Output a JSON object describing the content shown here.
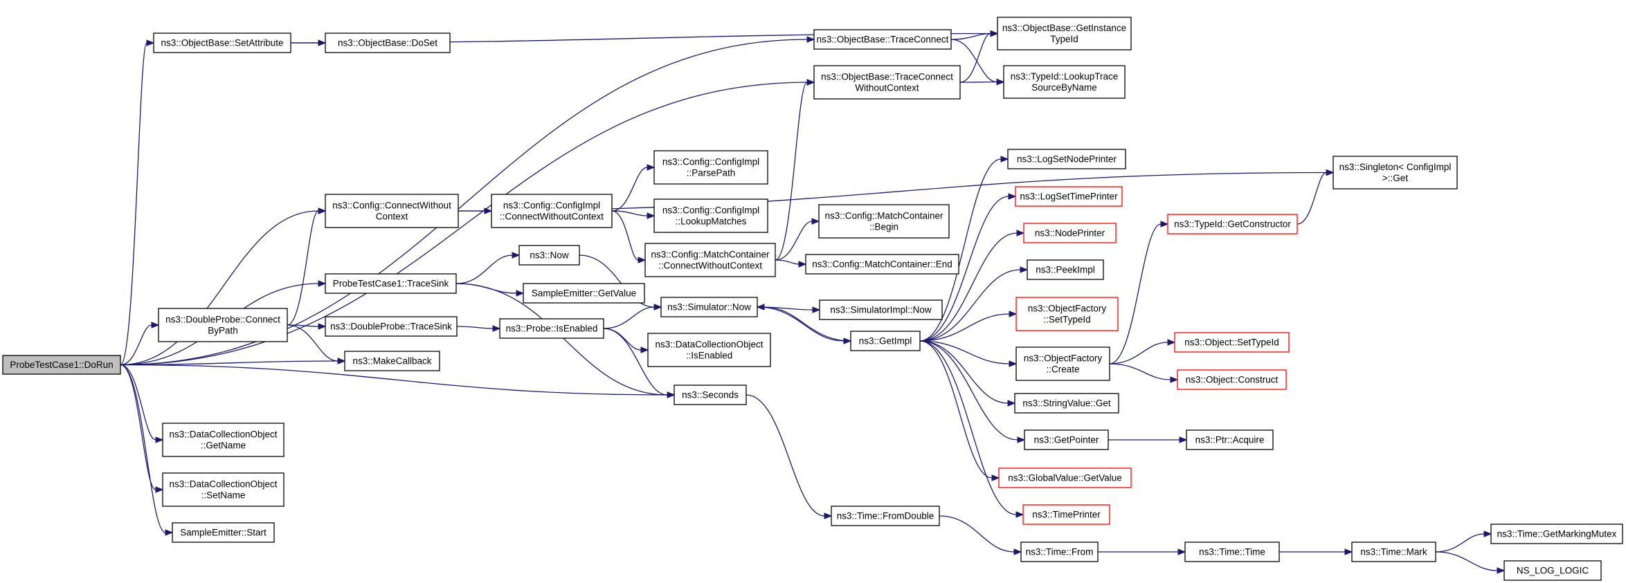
{
  "nodes": {
    "root": {
      "lines": [
        "ProbeTestCase1::DoRun"
      ],
      "kind": "root"
    },
    "setattr": {
      "lines": [
        "ns3::ObjectBase::SetAttribute"
      ],
      "kind": "normal"
    },
    "doset": {
      "lines": [
        "ns3::ObjectBase::DoSet"
      ],
      "kind": "normal"
    },
    "getinst": {
      "lines": [
        "ns3::ObjectBase::GetInstance",
        "TypeId"
      ],
      "kind": "normal"
    },
    "tc": {
      "lines": [
        "ns3::ObjectBase::TraceConnect"
      ],
      "kind": "normal"
    },
    "tcwc": {
      "lines": [
        "ns3::ObjectBase::TraceConnect",
        "WithoutContext"
      ],
      "kind": "normal"
    },
    "lookup": {
      "lines": [
        "ns3::TypeId::LookupTrace",
        "SourceByName"
      ],
      "kind": "normal"
    },
    "singleton": {
      "lines": [
        "ns3::Singleton< ConfigImpl",
        " >::Get"
      ],
      "kind": "normal"
    },
    "cfgcwc": {
      "lines": [
        "ns3::Config::ConnectWithout",
        "Context"
      ],
      "kind": "normal"
    },
    "implcwc": {
      "lines": [
        "ns3::Config::ConfigImpl",
        "::ConnectWithoutContext"
      ],
      "kind": "normal"
    },
    "parsepath": {
      "lines": [
        "ns3::Config::ConfigImpl",
        "::ParsePath"
      ],
      "kind": "normal"
    },
    "lookupm": {
      "lines": [
        "ns3::Config::ConfigImpl",
        "::LookupMatches"
      ],
      "kind": "normal"
    },
    "mccwc": {
      "lines": [
        "ns3::Config::MatchContainer",
        "::ConnectWithoutContext"
      ],
      "kind": "normal"
    },
    "mcbegin": {
      "lines": [
        "ns3::Config::MatchContainer",
        "::Begin"
      ],
      "kind": "normal"
    },
    "mcend": {
      "lines": [
        "ns3::Config::MatchContainer::End"
      ],
      "kind": "normal"
    },
    "tracesink": {
      "lines": [
        "ProbeTestCase1::TraceSink"
      ],
      "kind": "normal"
    },
    "now": {
      "lines": [
        "ns3::Now"
      ],
      "kind": "normal"
    },
    "segv": {
      "lines": [
        "SampleEmitter::GetValue"
      ],
      "kind": "normal"
    },
    "dpcbp": {
      "lines": [
        "ns3::DoubleProbe::Connect",
        "ByPath"
      ],
      "kind": "normal"
    },
    "dpts": {
      "lines": [
        "ns3::DoubleProbe::TraceSink"
      ],
      "kind": "normal"
    },
    "probeen": {
      "lines": [
        "ns3::Probe::IsEnabled"
      ],
      "kind": "normal"
    },
    "simnow": {
      "lines": [
        "ns3::Simulator::Now"
      ],
      "kind": "normal"
    },
    "simimplnow": {
      "lines": [
        "ns3::SimulatorImpl::Now"
      ],
      "kind": "normal"
    },
    "dcoen": {
      "lines": [
        "ns3::DataCollectionObject",
        "::IsEnabled"
      ],
      "kind": "normal"
    },
    "makecb": {
      "lines": [
        "ns3::MakeCallback"
      ],
      "kind": "normal"
    },
    "seconds": {
      "lines": [
        "ns3::Seconds"
      ],
      "kind": "normal"
    },
    "getimpl": {
      "lines": [
        "ns3::GetImpl"
      ],
      "kind": "normal"
    },
    "lsnp": {
      "lines": [
        "ns3::LogSetNodePrinter"
      ],
      "kind": "normal"
    },
    "lstp": {
      "lines": [
        "ns3::LogSetTimePrinter"
      ],
      "kind": "trunc"
    },
    "nodep": {
      "lines": [
        "ns3::NodePrinter"
      ],
      "kind": "trunc"
    },
    "peek": {
      "lines": [
        "ns3::PeekImpl"
      ],
      "kind": "normal"
    },
    "ofst": {
      "lines": [
        "ns3::ObjectFactory",
        "::SetTypeId"
      ],
      "kind": "trunc"
    },
    "ofc": {
      "lines": [
        "ns3::ObjectFactory",
        "::Create"
      ],
      "kind": "normal"
    },
    "svget": {
      "lines": [
        "ns3::StringValue::Get"
      ],
      "kind": "normal"
    },
    "getptr": {
      "lines": [
        "ns3::GetPointer"
      ],
      "kind": "normal"
    },
    "gvget": {
      "lines": [
        "ns3::GlobalValue::GetValue"
      ],
      "kind": "trunc"
    },
    "timep": {
      "lines": [
        "ns3::TimePrinter"
      ],
      "kind": "trunc"
    },
    "gctor": {
      "lines": [
        "ns3::TypeId::GetConstructor"
      ],
      "kind": "trunc"
    },
    "objst": {
      "lines": [
        "ns3::Object::SetTypeId"
      ],
      "kind": "trunc"
    },
    "objc": {
      "lines": [
        "ns3::Object::Construct"
      ],
      "kind": "trunc"
    },
    "ptracq": {
      "lines": [
        "ns3::Ptr::Acquire"
      ],
      "kind": "normal"
    },
    "dcogn": {
      "lines": [
        "ns3::DataCollectionObject",
        "::GetName"
      ],
      "kind": "normal"
    },
    "dcosn": {
      "lines": [
        "ns3::DataCollectionObject",
        "::SetName"
      ],
      "kind": "normal"
    },
    "sestart": {
      "lines": [
        "SampleEmitter::Start"
      ],
      "kind": "normal"
    },
    "fromdouble": {
      "lines": [
        "ns3::Time::FromDouble"
      ],
      "kind": "normal"
    },
    "from": {
      "lines": [
        "ns3::Time::From"
      ],
      "kind": "normal"
    },
    "time": {
      "lines": [
        "ns3::Time::Time"
      ],
      "kind": "normal"
    },
    "mark": {
      "lines": [
        "ns3::Time::Mark"
      ],
      "kind": "normal"
    },
    "gmm": {
      "lines": [
        "ns3::Time::GetMarkingMutex"
      ],
      "kind": "normal"
    },
    "nslog": {
      "lines": [
        "NS_LOG_LOGIC"
      ],
      "kind": "normal"
    }
  },
  "edges": [
    [
      "root",
      "setattr"
    ],
    [
      "root",
      "tc"
    ],
    [
      "root",
      "tcwc"
    ],
    [
      "root",
      "cfgcwc"
    ],
    [
      "root",
      "tracesink"
    ],
    [
      "root",
      "dpcbp"
    ],
    [
      "root",
      "makecb"
    ],
    [
      "root",
      "seconds"
    ],
    [
      "root",
      "dcogn"
    ],
    [
      "root",
      "dcosn"
    ],
    [
      "root",
      "sestart"
    ],
    [
      "setattr",
      "doset"
    ],
    [
      "setattr",
      "getinst"
    ],
    [
      "tc",
      "getinst"
    ],
    [
      "tc",
      "lookup"
    ],
    [
      "tcwc",
      "getinst"
    ],
    [
      "tcwc",
      "lookup"
    ],
    [
      "cfgcwc",
      "implcwc"
    ],
    [
      "cfgcwc",
      "singleton"
    ],
    [
      "implcwc",
      "parsepath"
    ],
    [
      "implcwc",
      "lookupm"
    ],
    [
      "implcwc",
      "mccwc"
    ],
    [
      "mccwc",
      "tcwc"
    ],
    [
      "mccwc",
      "mcbegin"
    ],
    [
      "mccwc",
      "mcend"
    ],
    [
      "tracesink",
      "now"
    ],
    [
      "tracesink",
      "segv"
    ],
    [
      "tracesink",
      "seconds"
    ],
    [
      "now",
      "simnow"
    ],
    [
      "dpcbp",
      "cfgcwc"
    ],
    [
      "dpcbp",
      "dpts"
    ],
    [
      "dpcbp",
      "makecb"
    ],
    [
      "dpts",
      "probeen"
    ],
    [
      "probeen",
      "simnow"
    ],
    [
      "probeen",
      "dcoen"
    ],
    [
      "probeen",
      "seconds"
    ],
    [
      "simnow",
      "simimplnow"
    ],
    [
      "simnow",
      "getimpl"
    ],
    [
      "getimpl",
      "simnow"
    ],
    [
      "getimpl",
      "lsnp"
    ],
    [
      "getimpl",
      "lstp"
    ],
    [
      "getimpl",
      "nodep"
    ],
    [
      "getimpl",
      "peek"
    ],
    [
      "getimpl",
      "ofst"
    ],
    [
      "getimpl",
      "ofc"
    ],
    [
      "getimpl",
      "svget"
    ],
    [
      "getimpl",
      "getptr"
    ],
    [
      "getimpl",
      "gvget"
    ],
    [
      "getimpl",
      "timep"
    ],
    [
      "ofc",
      "gctor"
    ],
    [
      "ofc",
      "objst"
    ],
    [
      "ofc",
      "objc"
    ],
    [
      "gctor",
      "singleton"
    ],
    [
      "getptr",
      "ptracq"
    ],
    [
      "seconds",
      "fromdouble"
    ],
    [
      "fromdouble",
      "from"
    ],
    [
      "from",
      "time"
    ],
    [
      "time",
      "mark"
    ],
    [
      "mark",
      "gmm"
    ],
    [
      "mark",
      "nslog"
    ]
  ]
}
